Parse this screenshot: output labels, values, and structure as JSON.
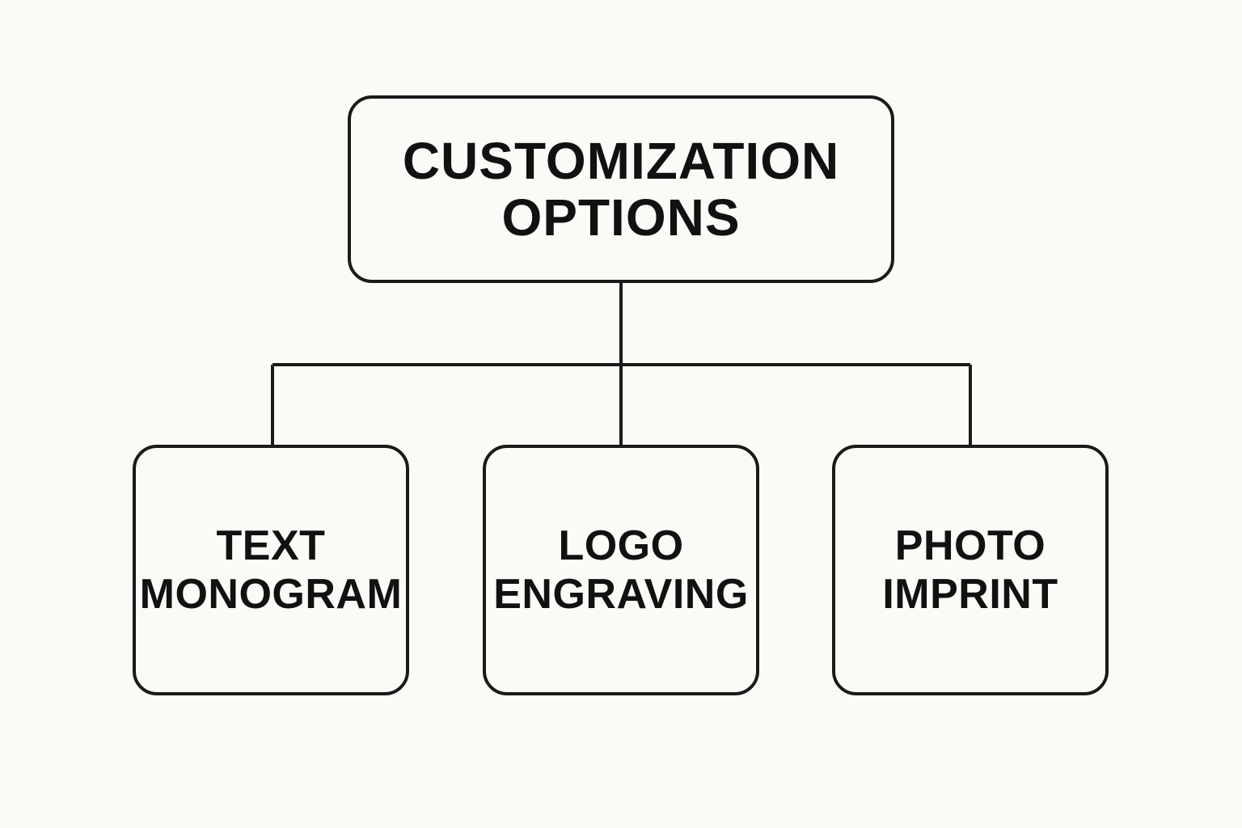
{
  "diagram": {
    "root": {
      "line1": "CUSTOMIZATION",
      "line2": "OPTIONS"
    },
    "children": [
      {
        "line1": "TEXT",
        "line2": "MONOGRAM"
      },
      {
        "line1": "LOGO",
        "line2": "ENGRAVING"
      },
      {
        "line1": "PHOTO",
        "line2": "IMPRINT"
      }
    ]
  },
  "colors": {
    "background": "#fbfaf6",
    "stroke": "#1a1a1a",
    "text": "#111111"
  }
}
